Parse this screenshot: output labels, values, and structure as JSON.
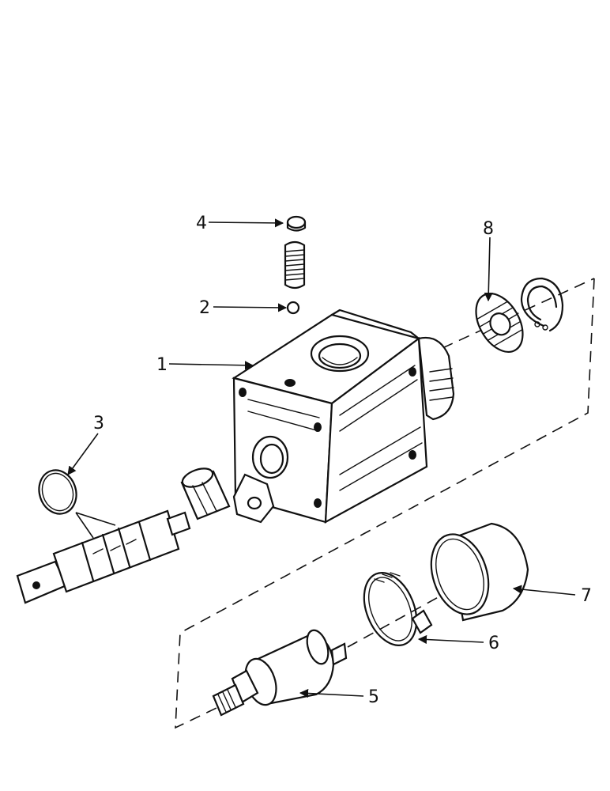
{
  "callouts": {
    "valve_body": "1",
    "ball": "2",
    "o_ring": "3",
    "cap_nut": "4",
    "sender_switch": "5",
    "hose_clamp": "6",
    "sleeve": "7",
    "filter_screen": "8"
  },
  "colors": {
    "ink": "#111111",
    "paper": "#ffffff"
  }
}
